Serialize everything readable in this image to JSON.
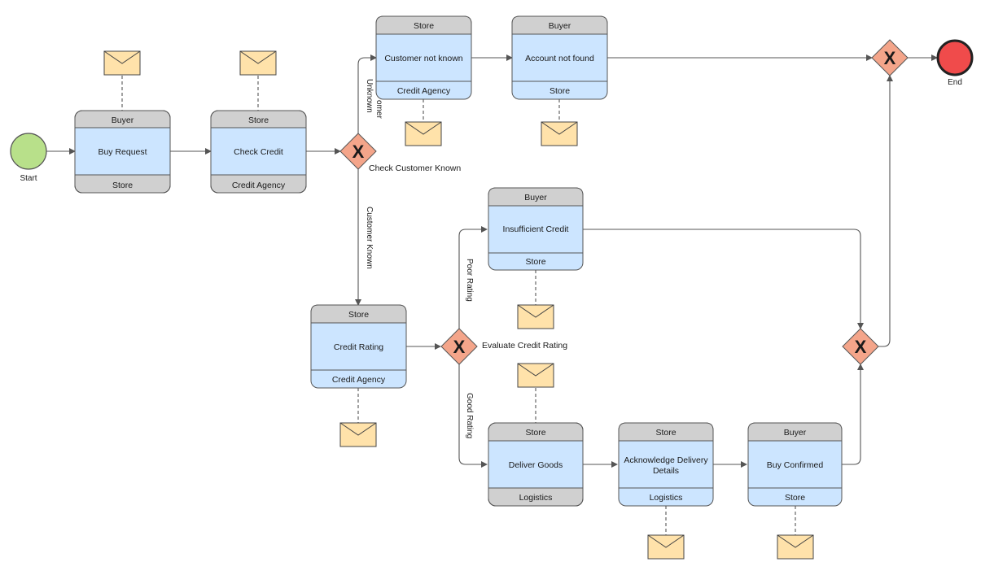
{
  "events": {
    "start": "Start",
    "end": "End"
  },
  "tasks": {
    "buy_request": {
      "top": "Buyer",
      "name": "Buy Request",
      "bottom": "Store"
    },
    "check_credit": {
      "top": "Store",
      "name": "Check Credit",
      "bottom": "Credit Agency"
    },
    "customer_not_known": {
      "top": "Store",
      "name": "Customer not known",
      "bottom": "Credit Agency"
    },
    "account_not_found": {
      "top": "Buyer",
      "name": "Account not found",
      "bottom": "Store"
    },
    "insufficient_credit": {
      "top": "Buyer",
      "name": "Insufficient Credit",
      "bottom": "Store"
    },
    "credit_rating": {
      "top": "Store",
      "name": "Credit Rating",
      "bottom": "Credit Agency"
    },
    "deliver_goods": {
      "top": "Store",
      "name": "Deliver Goods",
      "bottom": "Logistics"
    },
    "acknowledge_delivery": {
      "top": "Store",
      "name_line1": "Acknowledge Delivery",
      "name_line2": "Details",
      "bottom": "Logistics"
    },
    "buy_confirmed": {
      "top": "Buyer",
      "name": "Buy Confirmed",
      "bottom": "Store"
    }
  },
  "gateways": {
    "symbol": "X",
    "check_customer_known": "Check Customer Known",
    "evaluate_credit_rating": "Evaluate Credit Rating"
  },
  "flow_labels": {
    "customer_unknown_partial": "Unknown",
    "customer_unknown_clipped": "omer",
    "customer_known": "Customer Known",
    "poor_rating": "Poor Rating",
    "good_rating": "Good Rating"
  },
  "colors": {
    "task_fill": "#cce5ff",
    "band_gray": "#d0d0d0",
    "gateway_fill": "#f4a58a",
    "start_fill": "#b8e08a",
    "end_fill": "#f04b4b",
    "message_fill": "#ffe2aa"
  }
}
